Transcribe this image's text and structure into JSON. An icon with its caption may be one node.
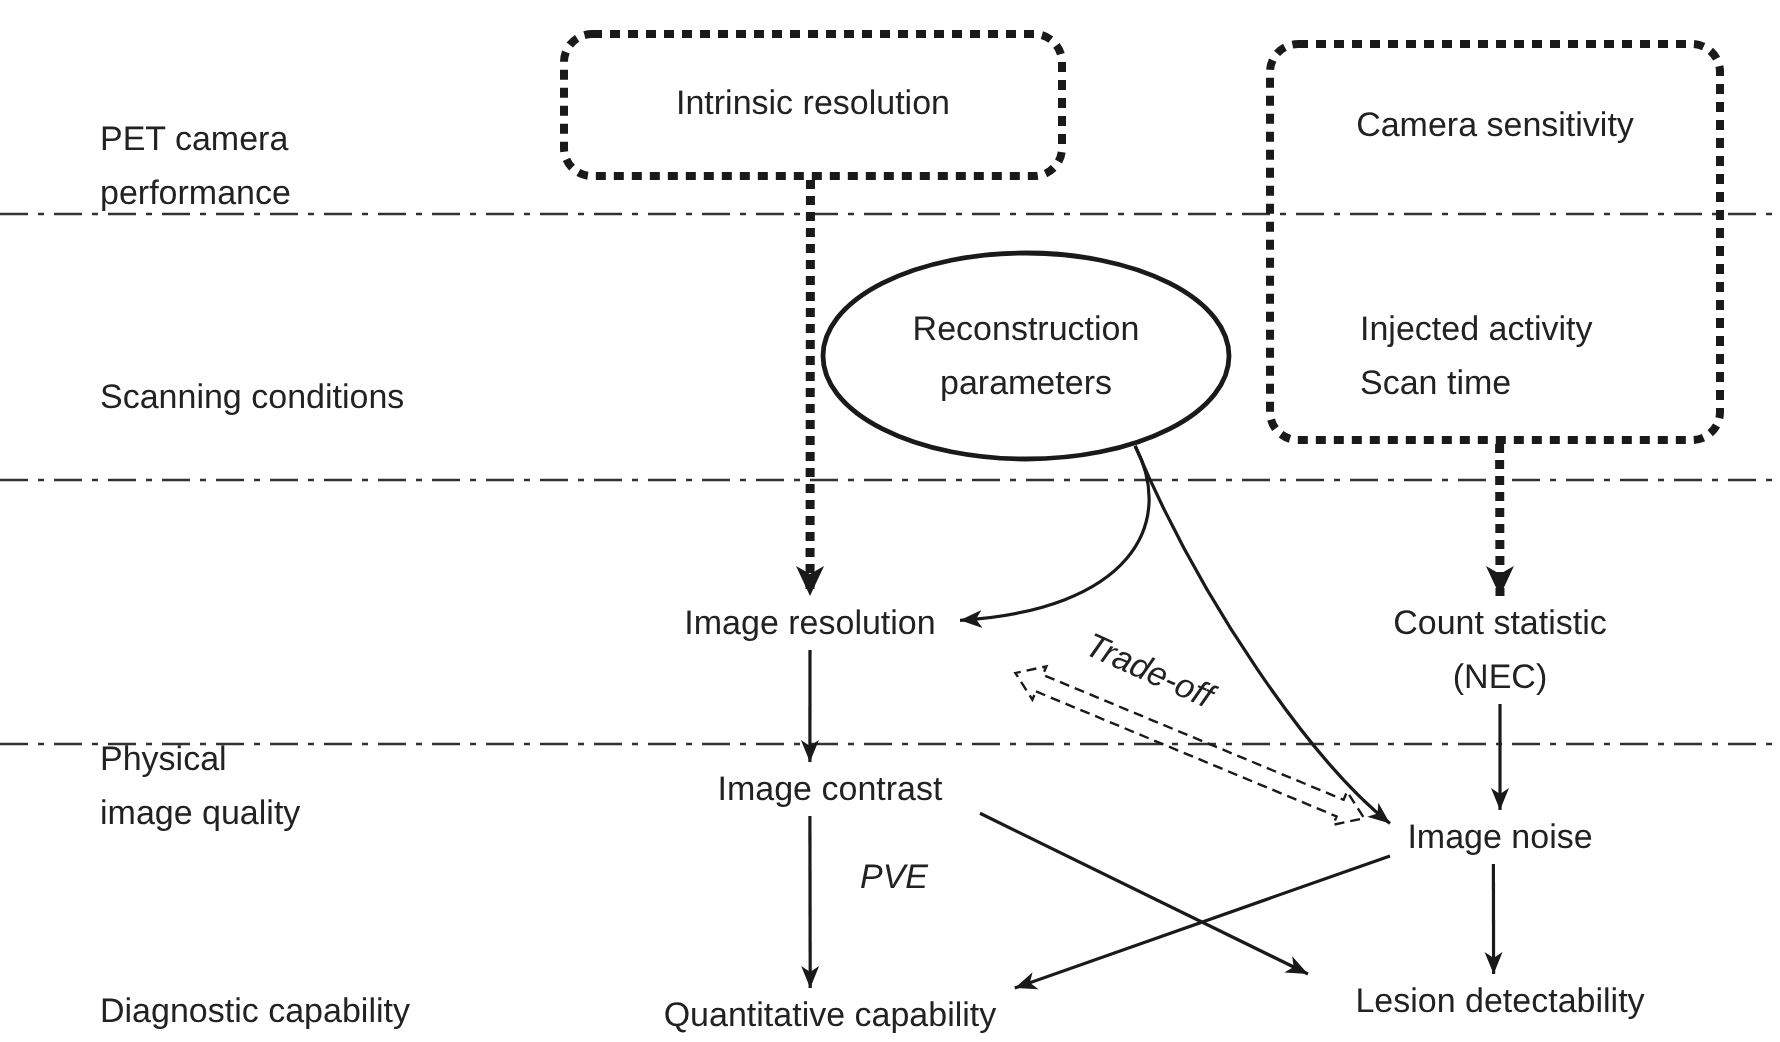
{
  "diagram": {
    "nodes": [
      {
        "text": [
          "Intrinsic resolution"
        ]
      },
      {
        "text": [
          "Camera sensitivity",
          "Injected activity Scan time"
        ]
      },
      {
        "text": [
          "Reconstruction parameters"
        ]
      },
      {
        "text": [
          "Image resolution"
        ]
      },
      {
        "text": [
          "Count statistic (NEC)"
        ]
      },
      {
        "text": [
          "Image contrast"
        ]
      },
      {
        "text": [
          "Image noise"
        ]
      },
      {
        "text": [
          "Quantitative capability"
        ]
      },
      {
        "text": [
          "Lesion detectability"
        ]
      }
    ],
    "edges": [
      {
        "from": 0,
        "to": 3,
        "arrow": "to",
        "style": "dashed"
      },
      {
        "from": 1,
        "to": 4,
        "arrow": "to",
        "style": "dashed"
      },
      {
        "from": 2,
        "to": 3,
        "arrow": "to"
      },
      {
        "from": 2,
        "to": 6,
        "arrow": "to"
      },
      {
        "from": 4,
        "to": 6,
        "arrow": "to"
      },
      {
        "from": 3,
        "to": 5,
        "arrow": "to"
      },
      {
        "from": 5,
        "to": 7,
        "arrow": "to",
        "label": "PVE"
      },
      {
        "from": 5,
        "to": 8,
        "arrow": "to"
      },
      {
        "from": 6,
        "to": 7,
        "arrow": "to"
      },
      {
        "from": 6,
        "to": 8,
        "arrow": "to"
      },
      {
        "from": 3,
        "to": 6,
        "arrow": "both",
        "style": "dashed",
        "label": "Trade-off"
      }
    ],
    "labels": [
      "PET camera performance",
      "Scanning conditions",
      "Physical image quality",
      "Diagnostic capability"
    ]
  }
}
